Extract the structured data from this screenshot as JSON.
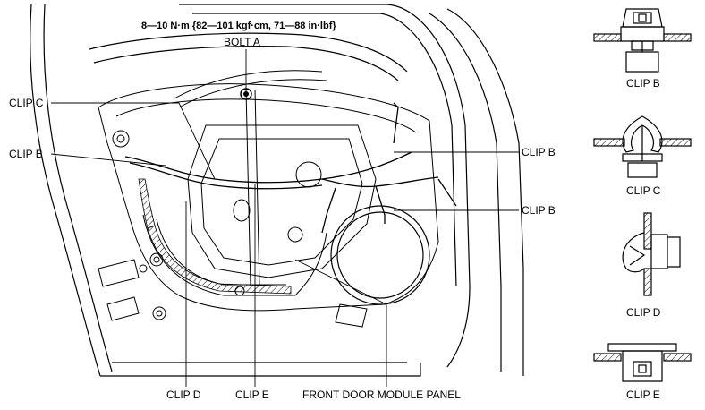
{
  "diagram": {
    "torque_spec": "8—10 N·m {82—101 kgf·cm, 71—88 in·lbf}",
    "callouts": {
      "bolt_a": "BOLT A",
      "clip_c": "CLIP C",
      "clip_b_left": "CLIP B",
      "clip_b_right_upper": "CLIP B",
      "clip_b_right_lower": "CLIP B",
      "clip_d": "CLIP D",
      "clip_e": "CLIP E",
      "module_panel": "FRONT DOOR MODULE PANEL"
    },
    "clip_details": [
      {
        "label": "CLIP B"
      },
      {
        "label": "CLIP C"
      },
      {
        "label": "CLIP D"
      },
      {
        "label": "CLIP E"
      }
    ],
    "colors": {
      "line": "#000000",
      "background": "#ffffff"
    }
  }
}
